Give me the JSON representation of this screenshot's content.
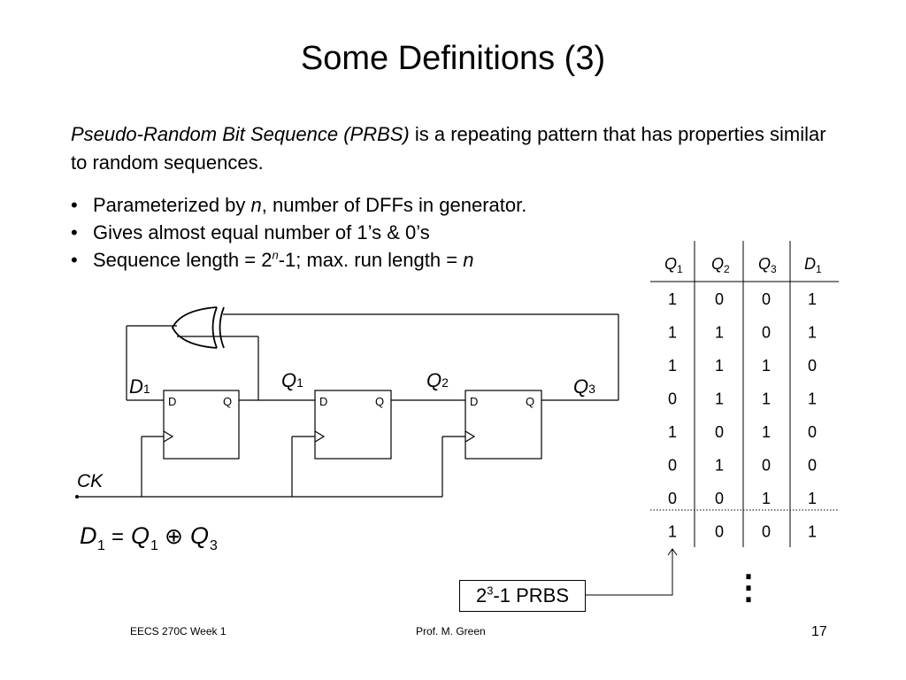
{
  "slide": {
    "title": "Some Definitions (3)",
    "intro_term": "Pseudo-Random Bit Sequence (PRBS)",
    "intro_rest": " is a repeating pattern that has properties similar to random sequences."
  },
  "bullets": [
    {
      "a": "Parameterized by ",
      "b": "n",
      "c": ", number of DFFs in generator."
    },
    {
      "a": "Gives almost equal number of 1’s & 0’s"
    },
    {
      "a": "Sequence length = 2",
      "sup": "n",
      "c": "-1; max. run length = ",
      "d": "n"
    }
  ],
  "circuit": {
    "dff_d_label": "D",
    "dff_q_label": "Q",
    "node_d1": {
      "base": "D",
      "sub": "1"
    },
    "node_q1": {
      "base": "Q",
      "sub": "1"
    },
    "node_q2": {
      "base": "Q",
      "sub": "2"
    },
    "node_q3": {
      "base": "Q",
      "sub": "3"
    },
    "clock_label": "CK"
  },
  "equation": {
    "lhs": "D",
    "lhs_sub": "1",
    "eq": "=",
    "a": "Q",
    "a_sub": "1",
    "op": "⊕",
    "b": "Q",
    "b_sub": "3"
  },
  "table": {
    "headers": [
      {
        "base": "Q",
        "sub": "1"
      },
      {
        "base": "Q",
        "sub": "2"
      },
      {
        "base": "Q",
        "sub": "3"
      },
      {
        "base": "D",
        "sub": "1"
      }
    ],
    "rows": [
      [
        "1",
        "0",
        "0",
        "1"
      ],
      [
        "1",
        "1",
        "0",
        "1"
      ],
      [
        "1",
        "1",
        "1",
        "0"
      ],
      [
        "0",
        "1",
        "1",
        "1"
      ],
      [
        "1",
        "0",
        "1",
        "0"
      ],
      [
        "0",
        "1",
        "0",
        "0"
      ],
      [
        "0",
        "0",
        "1",
        "1"
      ],
      [
        "1",
        "0",
        "0",
        "1"
      ]
    ],
    "continuation": "⋮"
  },
  "callout": {
    "base": "2",
    "sup": "3",
    "rest": "-1 PRBS"
  },
  "footer": {
    "left": "EECS 270C  Week 1",
    "center": "Prof. M. Green",
    "page": "17"
  }
}
